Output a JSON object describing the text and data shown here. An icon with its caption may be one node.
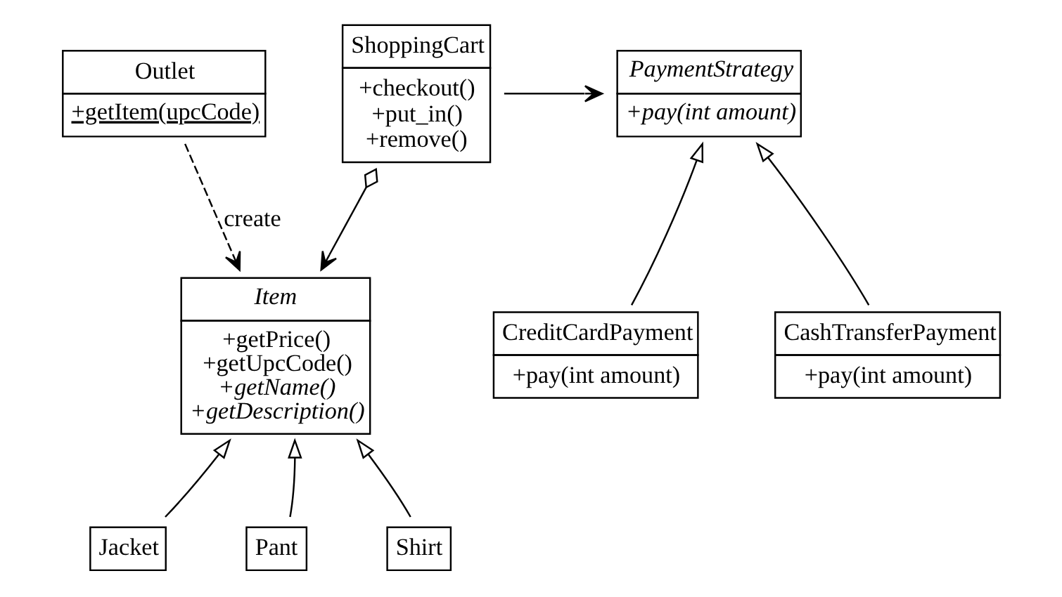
{
  "diagram": {
    "nodes": [
      {
        "text": [
          "Outlet",
          "+getItem(upcCode)"
        ]
      },
      {
        "text": [
          "ShoppingCart",
          "+checkout()",
          "+put_in()",
          "+remove()"
        ]
      },
      {
        "text": [
          "PaymentStrategy",
          "+pay(int amount)"
        ]
      },
      {
        "text": [
          "Item",
          "+getPrice()",
          "+getUpcCode()",
          "+getName()",
          "+getDescription()"
        ]
      },
      {
        "text": [
          "CreditCardPayment",
          "+pay(int amount)"
        ]
      },
      {
        "text": [
          "CashTransferPayment",
          "+pay(int amount)"
        ]
      },
      {
        "text": [
          "Jacket"
        ]
      },
      {
        "text": [
          "Pant"
        ]
      },
      {
        "text": [
          "Shirt"
        ]
      }
    ],
    "edges": [
      {
        "from": 0,
        "to": 3,
        "arrow": "to",
        "style": "dashed",
        "label": "create"
      },
      {
        "from": 1,
        "to": 2,
        "arrow": "to"
      },
      {
        "from": 1,
        "to": 3,
        "arrow": "to"
      },
      {
        "from": 4,
        "to": 2,
        "arrow": "to"
      },
      {
        "from": 5,
        "to": 2,
        "arrow": "to"
      },
      {
        "from": 6,
        "to": 3,
        "arrow": "to"
      },
      {
        "from": 7,
        "to": 3,
        "arrow": "to"
      },
      {
        "from": 8,
        "to": 3,
        "arrow": "to"
      }
    ]
  }
}
